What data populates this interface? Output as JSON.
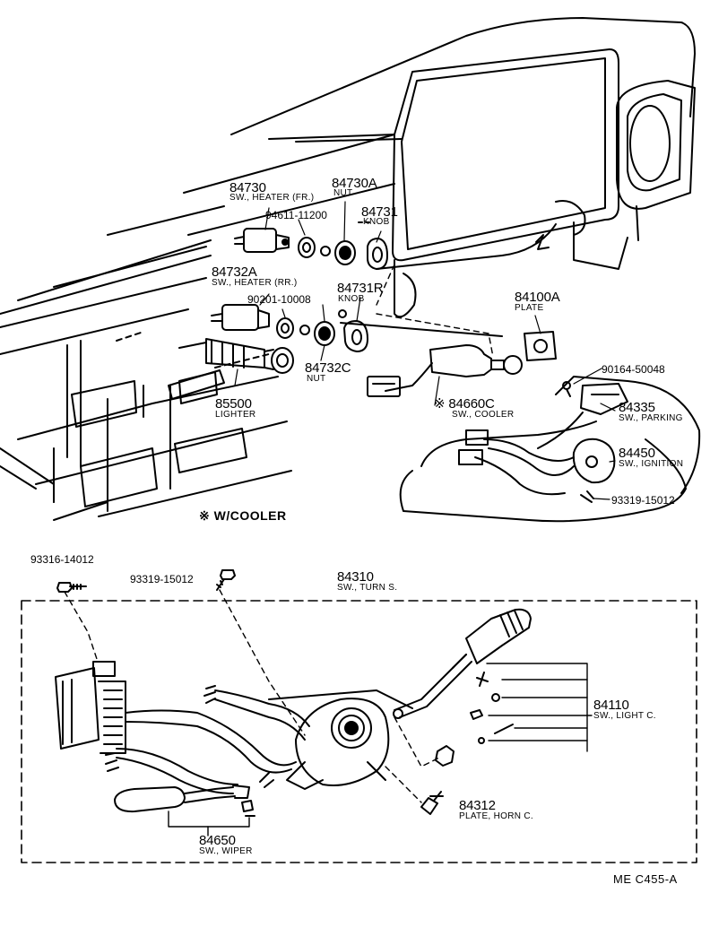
{
  "parts": {
    "p84730": {
      "number": "84730",
      "name": "SW., HEATER (FR.)"
    },
    "p84730A": {
      "number": "84730A",
      "name": "NUT"
    },
    "p94611": {
      "number": "94611-11200"
    },
    "p84731": {
      "number": "84731",
      "name": "KNOB"
    },
    "p84732A": {
      "number": "84732A",
      "name": "SW., HEATER (RR.)"
    },
    "p90201": {
      "number": "90201-10008"
    },
    "p84731R": {
      "number": "84731R",
      "name": "KNOB"
    },
    "p84100A": {
      "number": "84100A",
      "name": "PLATE"
    },
    "p84732C": {
      "number": "84732C",
      "name": "NUT"
    },
    "p85500": {
      "number": "85500",
      "name": "LIGHTER"
    },
    "p84660C": {
      "number": "84660C",
      "name": "SW., COOLER",
      "mark": "※"
    },
    "p90164": {
      "number": "90164-50048"
    },
    "p84335": {
      "number": "84335",
      "name": "SW., PARKING"
    },
    "p84450": {
      "number": "84450",
      "name": "SW., IGNITION"
    },
    "p93319a": {
      "number": "93319-15012"
    },
    "p93316": {
      "number": "93316-14012"
    },
    "p93319b": {
      "number": "93319-15012"
    },
    "p84310": {
      "number": "84310",
      "name": "SW., TURN S."
    },
    "p84110": {
      "number": "84110",
      "name": "SW., LIGHT C."
    },
    "p84312": {
      "number": "84312",
      "name": "PLATE, HORN C."
    },
    "p84650": {
      "number": "84650",
      "name": "SW., WIPER"
    }
  },
  "notes": {
    "cooler": "※ W/COOLER"
  },
  "diagram_code": "ME  C455-A"
}
